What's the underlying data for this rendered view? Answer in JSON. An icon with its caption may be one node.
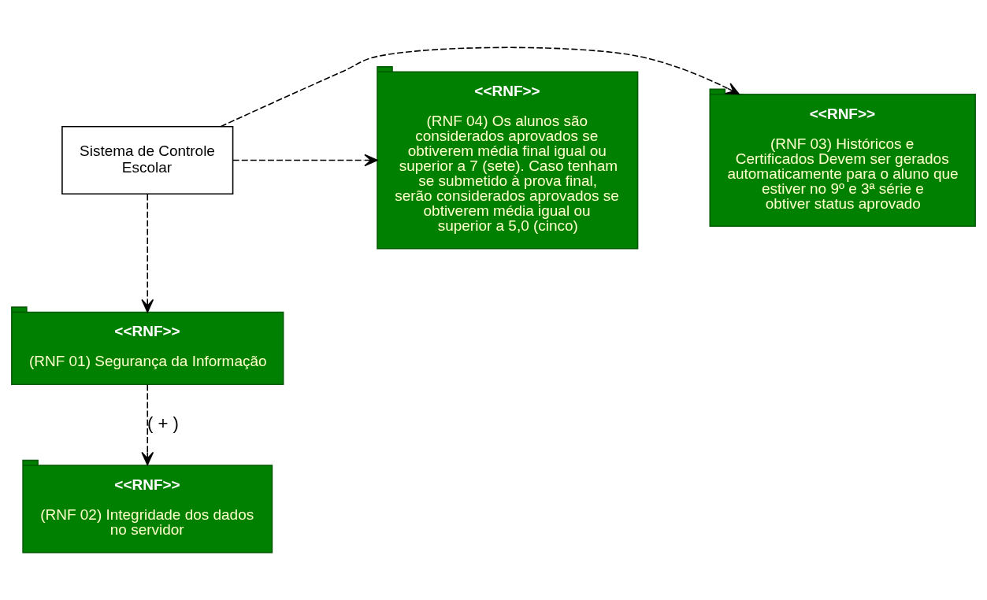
{
  "diagram": {
    "nodes": [
      {
        "text": [
          "<<RNF>>",
          "(RNF 03) Históricos e Certificados Devem ser gerados automaticamente para o aluno que estiver no 9º e 3ª série e obtiver status aprovado"
        ]
      },
      {
        "text": [
          "Sistema de Controle Escolar"
        ]
      },
      {
        "text": [
          "<<RNF>>",
          "(RNF 04) Os alunos são considerados aprovados se obtiverem média final igual ou superior a 7 (sete). Caso tenham se submetido à prova final, serão considerados aprovados se obtiverem média igual ou superior a 5,0 (cinco)"
        ]
      },
      {
        "text": [
          "<<RNF>>",
          "(RNF 01) Segurança da Informação"
        ]
      },
      {
        "text": [
          "<<RNF>>",
          "(RNF 02) Integridade dos dados no servidor"
        ]
      }
    ],
    "edges": [
      {
        "from": 1,
        "to": 0,
        "arrow": "to",
        "style": "dashed"
      },
      {
        "from": 1,
        "to": 2,
        "arrow": "to",
        "style": "dashed"
      },
      {
        "from": 1,
        "to": 3,
        "arrow": "to",
        "style": "dashed"
      },
      {
        "from": 3,
        "to": 4,
        "arrow": "to",
        "style": "dashed",
        "label": "( + )"
      }
    ]
  }
}
